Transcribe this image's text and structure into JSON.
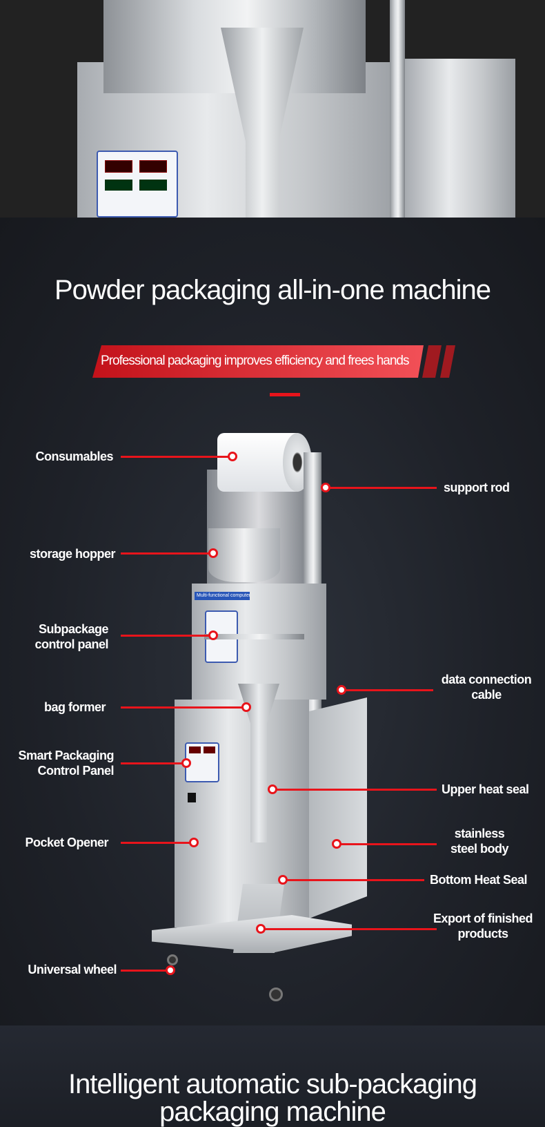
{
  "title": "Powder packaging all-in-one machine",
  "subtitle": "Professional packaging improves efficiency and frees hands",
  "labels_left": [
    {
      "text": "Consumables"
    },
    {
      "text": "storage hopper"
    },
    {
      "text": "Subpackage control panel"
    },
    {
      "text": "bag former"
    },
    {
      "text": "Smart Packaging Control Panel"
    },
    {
      "text": "Pocket Opener"
    },
    {
      "text": "Universal wheel"
    }
  ],
  "labels_right": [
    {
      "text": "support rod"
    },
    {
      "text": "data connection cable"
    },
    {
      "text": "Upper heat seal"
    },
    {
      "text": "stainless steel body"
    },
    {
      "text": "Bottom Heat Seal"
    },
    {
      "text": "Export of finished products"
    }
  ],
  "machine_plate": "Multi-functional computer",
  "bottom_title": "Intelligent automatic sub-packaging packaging machine",
  "colors": {
    "accent": "#e8141b",
    "background": "#1e2128"
  }
}
